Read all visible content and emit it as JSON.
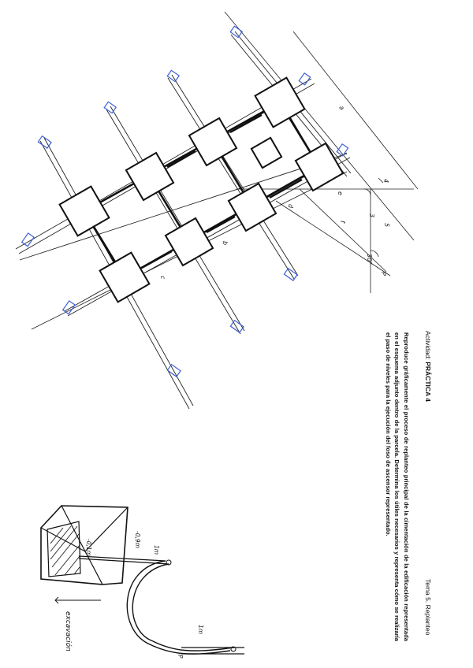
{
  "header": {
    "activity_label": "Actividad:",
    "activity_title": "PRÁCTICA 4",
    "topic": "Tema 5. Replanteo"
  },
  "statement": "Reproduce gráficamente el proceso de replanteo principal de la cimentación de la edificación representada en el esquema adjunto dentro de la parcela. Determina los útiles necesarios y representa cómo se realizaría el paso de niveles para la ejecución del foso de ascensor representado.",
  "plan_labels": {
    "a": "a",
    "b": "b",
    "c": "c",
    "d": "d",
    "e": "e",
    "f": "f",
    "n3": "3",
    "n4": "4",
    "n5": "5",
    "angle": "30°",
    "p": "P"
  },
  "pit_labels": {
    "d1": "-0,9m",
    "d2": "-0,1m",
    "h1": "1m",
    "h2": "1m",
    "p": "P",
    "excavation": "excavación"
  },
  "colors": {
    "stake": "#3b5fd6",
    "ink": "#111111"
  }
}
